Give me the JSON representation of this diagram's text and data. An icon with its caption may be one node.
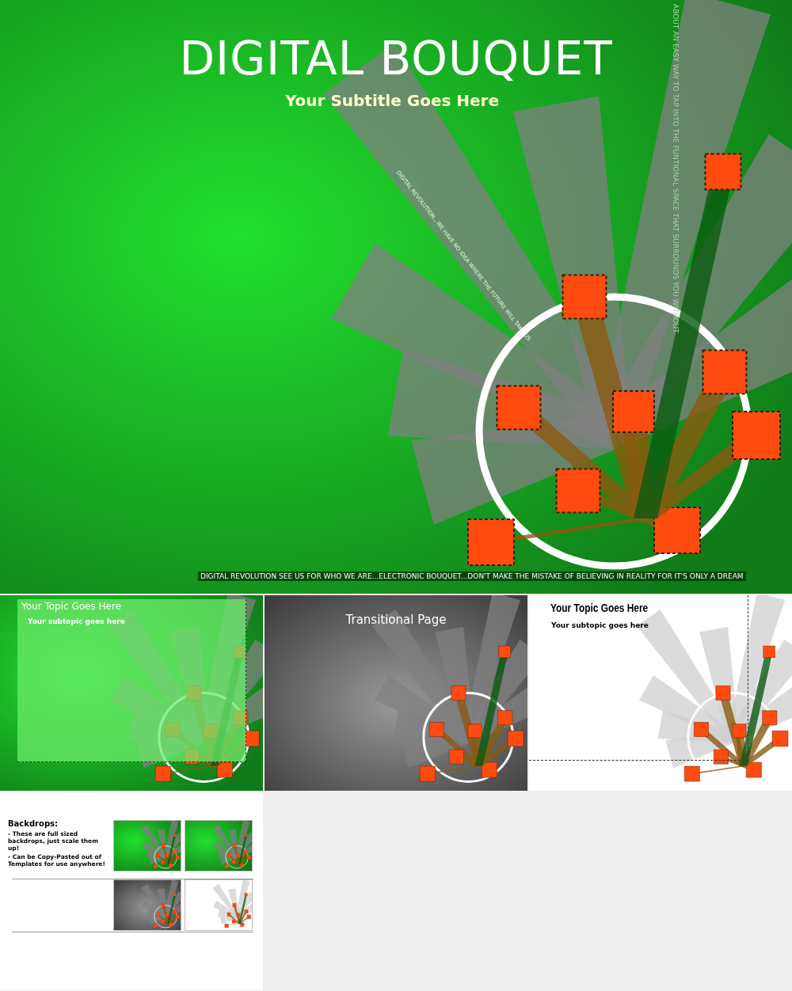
{
  "diagram": {
    "title": "DIGITAL BOUQUET",
    "labels": [
      "Your Subtitle Goes Here",
      "DIGITAL REVOLUTION...WE HAVE NO IDEA WHERE THE FUTURE WILL TAKE US",
      "ABOUT AN EASY WAY TO TAP INTO THE FUNTIONAL SPACE THAT SURROUNDS YOU WITHOUT",
      "DIGITAL REVOLUTION SEE US FOR WHO WE ARE...ELECTRONIC BOUQUET...DON'T MAKE THE MISTAKE OF BELIEVING IN REALITY FOR IT'S ONLY A DREAM",
      "Your Topic Goes Here",
      "Your subtopic goes here",
      "Transitional Page",
      "Your Topic Goes Here",
      "Your subtopic goes here",
      "Backdrops:",
      "- These are full sized backdrops, just scale them up!",
      "- Can be Copy-Pasted out of Templates for use anywhere!"
    ]
  }
}
